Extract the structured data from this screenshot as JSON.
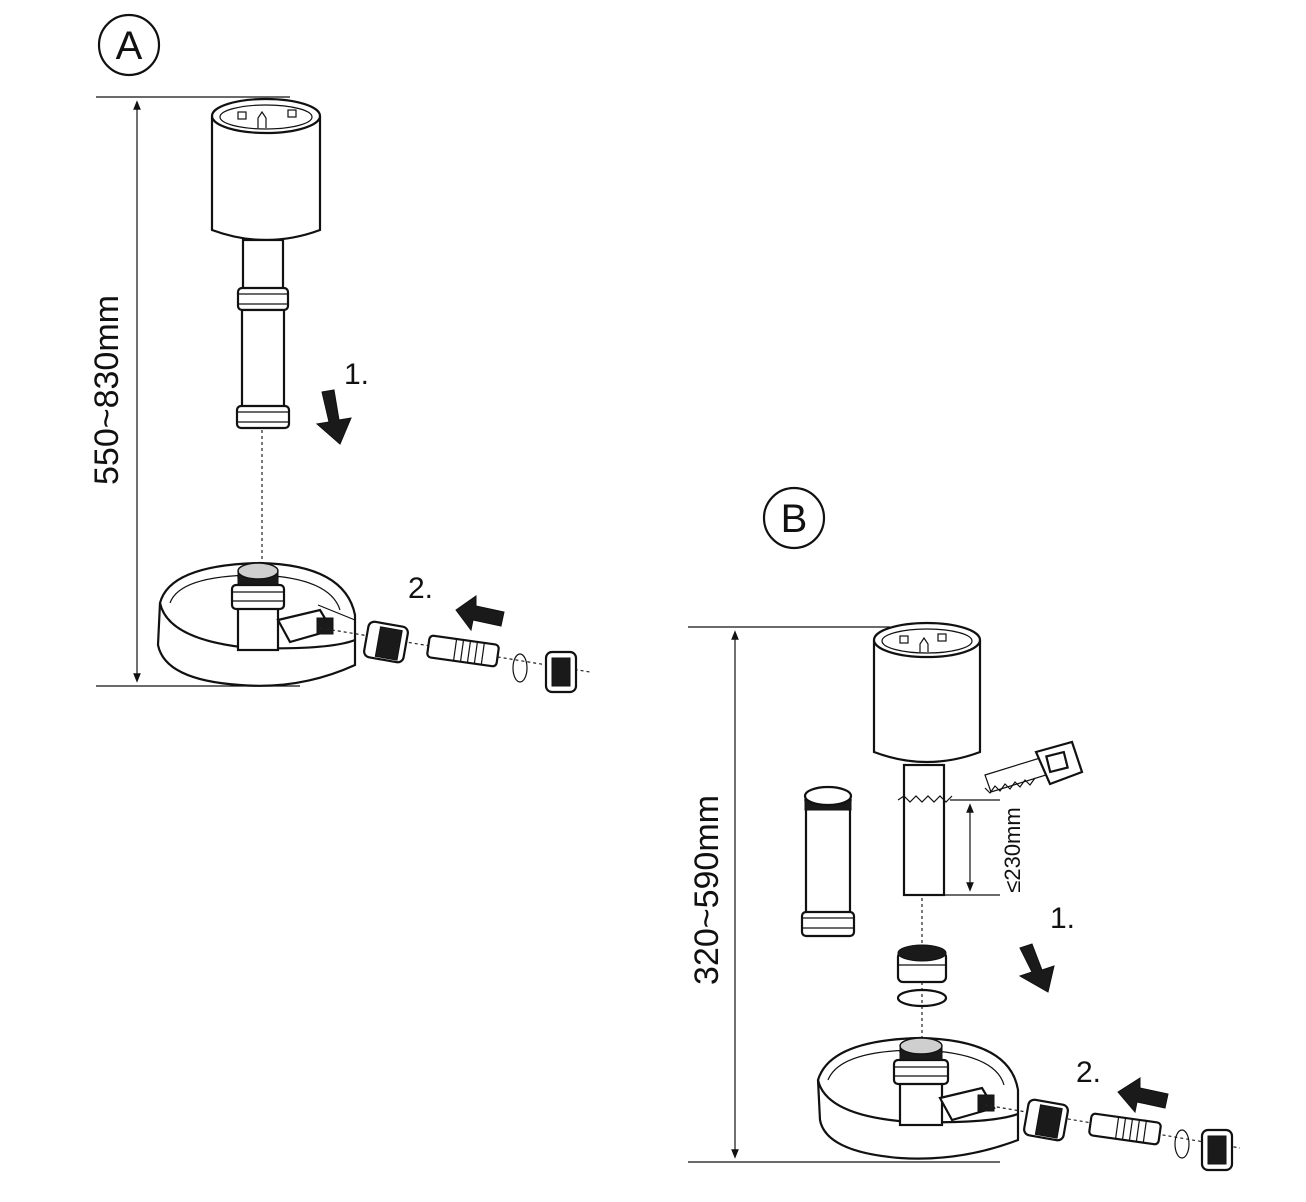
{
  "figure_a": {
    "label": "A",
    "height_range": "550~830mm",
    "step1": "1.",
    "step2": "2."
  },
  "figure_b": {
    "label": "B",
    "height_range": "320~590mm",
    "cut_length": "≤230mm",
    "step1": "1.",
    "step2": "2."
  }
}
